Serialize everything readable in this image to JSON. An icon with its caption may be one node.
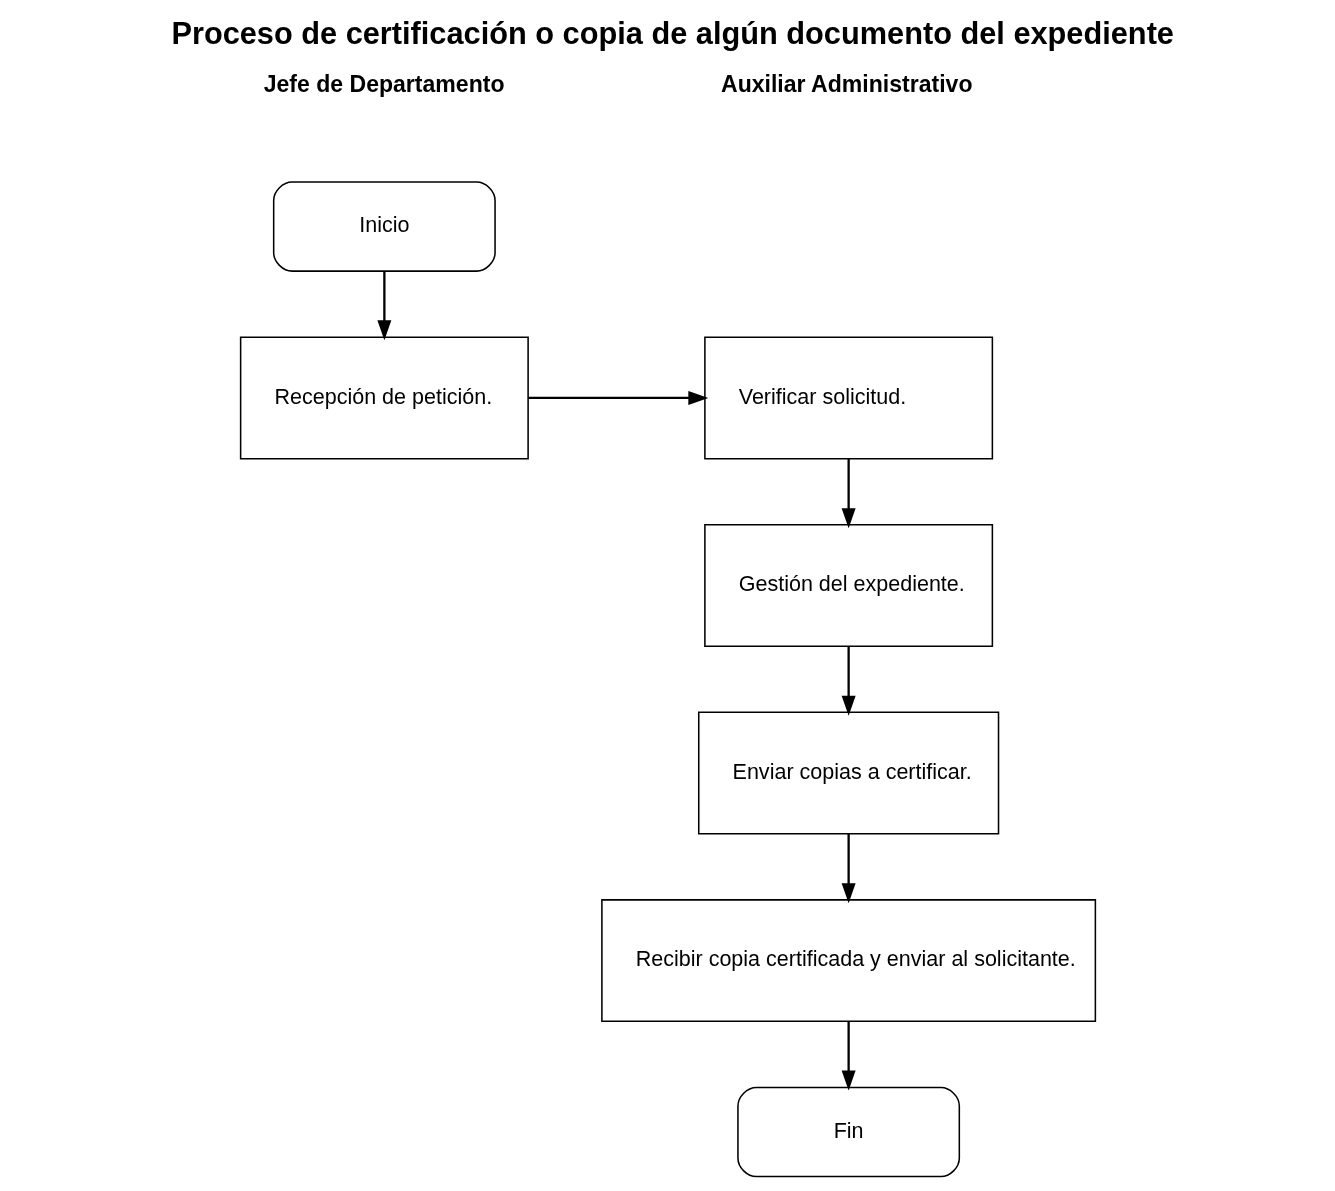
{
  "diagram": {
    "title": "Proceso de certificación o copia de algún documento del expediente",
    "nodes": [
      {
        "text": [
          "Inicio"
        ]
      },
      {
        "text": [
          "Recepción de petición."
        ]
      },
      {
        "text": [
          "Verificar solicitud."
        ]
      },
      {
        "text": [
          "Gestión del expediente."
        ]
      },
      {
        "text": [
          "Enviar copias a certificar."
        ]
      },
      {
        "text": [
          "Recibir copia certificada y enviar al solicitante."
        ]
      },
      {
        "text": [
          "Fin"
        ]
      }
    ],
    "edges": [
      {
        "from": 0,
        "to": 1,
        "arrow": "to"
      },
      {
        "from": 1,
        "to": 2,
        "arrow": "to"
      },
      {
        "from": 2,
        "to": 3,
        "arrow": "to"
      },
      {
        "from": 3,
        "to": 4,
        "arrow": "to"
      },
      {
        "from": 4,
        "to": 5,
        "arrow": "to"
      },
      {
        "from": 5,
        "to": 6,
        "arrow": "to"
      }
    ],
    "labels": [
      "Jefe de Departamento",
      "Auxiliar Administrativo"
    ]
  }
}
